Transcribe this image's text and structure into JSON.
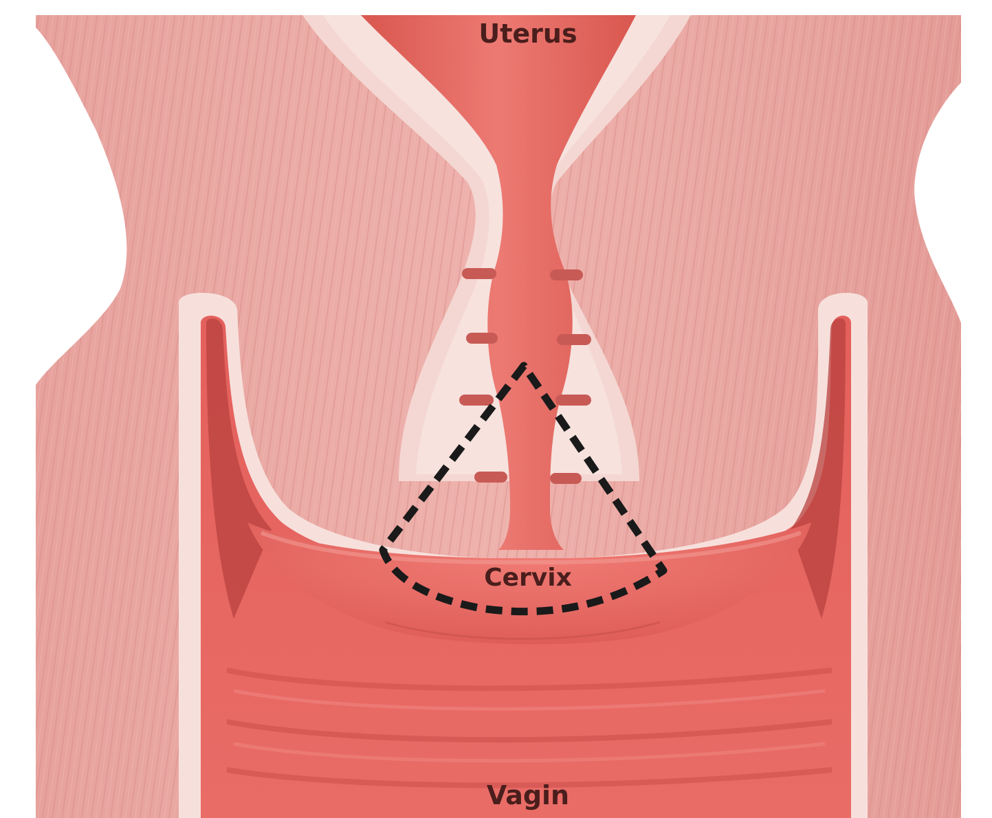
{
  "labels": {
    "uterus": "Uterus",
    "cervix": "Cervix",
    "vagina": "Vagin"
  },
  "colors": {
    "tissue_outer": "#e8a3a0",
    "tissue_fibre": "#d98d89",
    "lining_pale": "#f6dcd7",
    "canal_red": "#e36a66",
    "canal_dark": "#c84d4c",
    "vagina_wall": "#e5625e",
    "vagina_fold": "#d3524f",
    "label_text": "#4a1e1c",
    "dashed_outline": "#1a1a1a"
  }
}
